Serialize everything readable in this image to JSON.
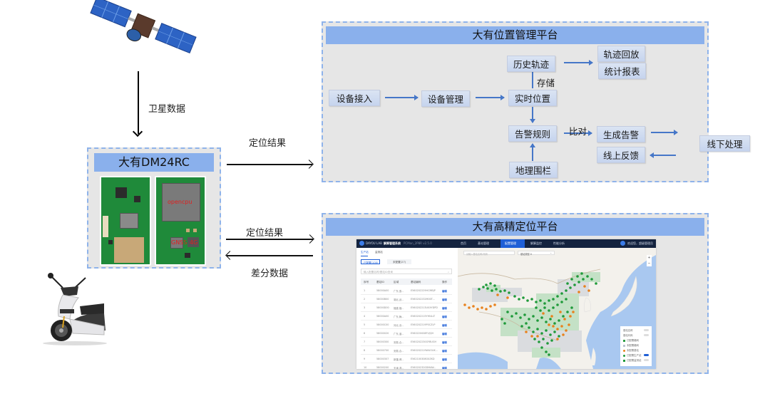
{
  "satellite": {
    "icon": "satellite-icon"
  },
  "links": {
    "satellite_data": "卫星数据",
    "positioning_result_top": "定位结果",
    "positioning_result_bottom": "定位结果",
    "differential_data": "差分数据"
  },
  "module": {
    "title": "大有DM24RC",
    "chip_labels": {
      "cpu": "opencpu",
      "gnss": "GNSS",
      "cellular": "4G"
    }
  },
  "vehicle": {
    "icon": "electric-scooter-icon"
  },
  "location_platform": {
    "title": "大有位置管理平台",
    "nodes": {
      "device_access": "设备接入",
      "device_management": "设备管理",
      "realtime_location": "实时位置",
      "history_track": "历史轨迹",
      "track_playback": "轨迹回放",
      "statistics_report": "统计报表",
      "alarm_rules": "告警规则",
      "geofence": "地理围栏",
      "generate_alarm": "生成告警",
      "online_feedback": "线上反馈",
      "offline_handling": "线下处理"
    },
    "edge_labels": {
      "store": "存储",
      "compare": "比对"
    }
  },
  "hp_platform": {
    "title": "大有高精定位平台",
    "app": {
      "brand": "DAYOU LAB",
      "system_name": "解算管理系统",
      "version": "PCMan_2P8R v2.5.0",
      "nav": [
        "首页",
        "基站管理",
        "配置管理",
        "解算监控",
        "性能分析"
      ],
      "active_nav": "配置管理",
      "user": "欢迎您，超级管理员",
      "side_tabs": [
        "生产站",
        "监测站"
      ],
      "filter_tabs": [
        "已配置(100)",
        "未配置(27)"
      ],
      "search_placeholder": "输入配置名称/基站ID查询",
      "columns": [
        "序号",
        "基站ID",
        "区域",
        "基站编码",
        "操作"
      ],
      "rows": [
        [
          "1",
          "58000A00",
          "广东,惠...",
          "E560202229HCMBJP",
          "编辑"
        ],
        [
          "2",
          "58000B00",
          "湖北,武...",
          "E560202232M00T...",
          "编辑"
        ],
        [
          "3",
          "58000D00",
          "福建,福...",
          "E560202213U0XYDPD",
          "编辑"
        ],
        [
          "4",
          "58000A00",
          "广东,梅...",
          "E560202215YHNLLT",
          "编辑"
        ],
        [
          "5",
          "58000C00",
          "河北,沧...",
          "E560202219P0CZLP",
          "编辑"
        ],
        [
          "6",
          "58000020",
          "广东,湛...",
          "E560220008FVJQH",
          "编辑"
        ],
        [
          "7",
          "58000300",
          "安徽,合...",
          "E560202230GYBUGH",
          "编辑"
        ],
        [
          "8",
          "58000700",
          "安徽,合...",
          "E560202219WUOUK...",
          "编辑"
        ],
        [
          "9",
          "58000307",
          "新疆,博...",
          "E562100308OXZKD",
          "编辑"
        ],
        [
          "10",
          "58000200",
          "天津,滨...",
          "E560202320DMAW...",
          "编辑"
        ]
      ],
      "map": {
        "search_placeholder": "请输入基站名称/代码",
        "filter_label": "基站类型",
        "filter_value": "0",
        "zoom_in": "+",
        "zoom_out": "−",
        "legend": [
          {
            "label": "基站名称",
            "type": "toggle",
            "on": false
          },
          {
            "label": "基站代码",
            "type": "toggle",
            "on": false
          },
          {
            "label": "已配置格网",
            "type": "square",
            "color": "#2e9e45"
          },
          {
            "label": "未配置格网",
            "type": "square",
            "color": "#b9c2d0"
          },
          {
            "label": "未配置基站",
            "type": "dot",
            "color": "#e8821e"
          },
          {
            "label": "已配置生产站",
            "type": "dot-toggle",
            "color": "#1f9a3a",
            "on": true
          },
          {
            "label": "已配置监测站",
            "type": "square-toggle",
            "color": "#1f9a3a",
            "on": false
          }
        ]
      }
    }
  },
  "colors": {
    "container_border": "#8fb3ea",
    "container_fill": "#e6e6e6",
    "header_fill": "#8ab0ec",
    "flow_arrow": "#4677c8",
    "app_nav": "#14233f",
    "app_accent": "#1f5fd6"
  }
}
